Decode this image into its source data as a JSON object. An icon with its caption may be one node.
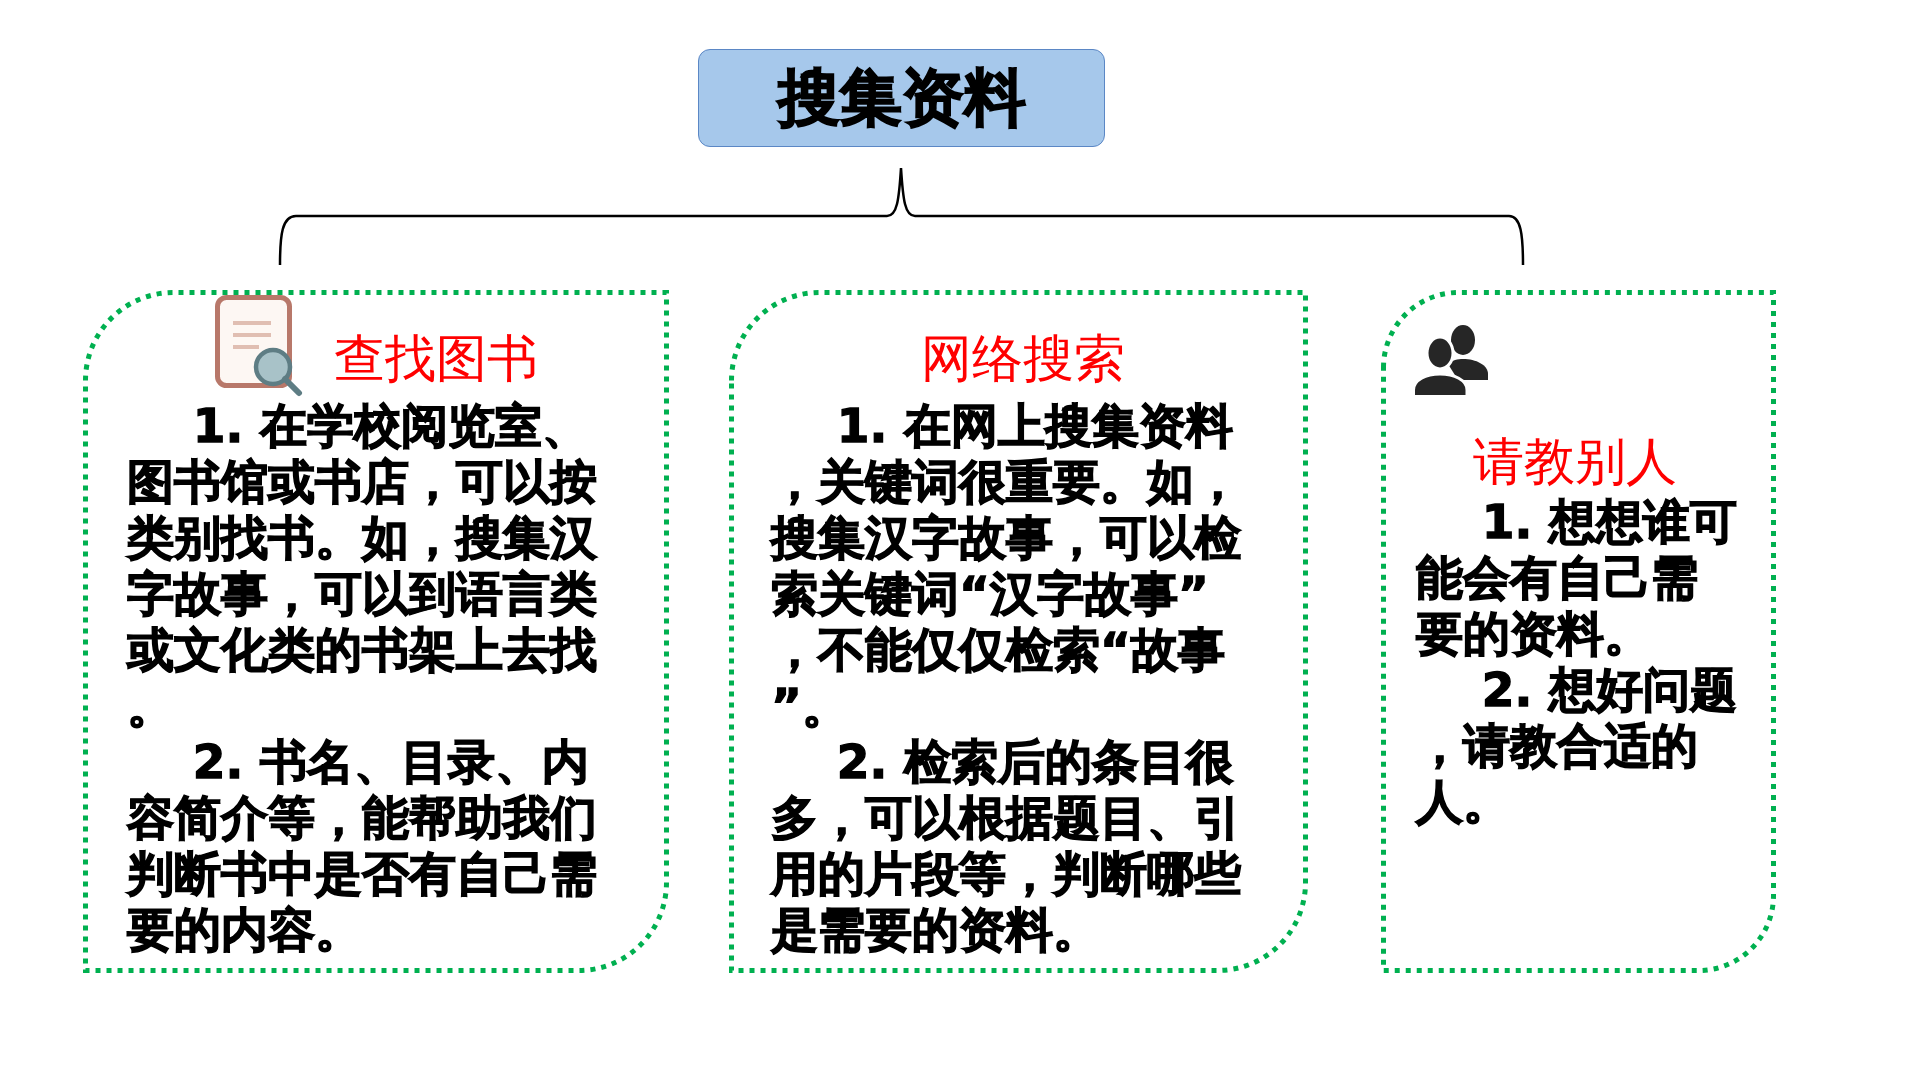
{
  "diagram": {
    "nodes": [
      {
        "text": [
          "搜集资料"
        ]
      },
      {
        "text": [
          "查找图书",
          "1. 在学校阅览室、图书馆或书店，可以按类别找书。如，搜集汉字故事，可以到语言类或文化类的书架上去找。",
          "2. 书名、目录、内容简介等，能帮助我们判断书中是否有自己需要的内容。"
        ]
      },
      {
        "text": [
          "网络搜索",
          "1. 在网上搜集资料，关键词很重要。如，搜集汉字故事，可以检索关键词“汉字故事”，不能仅仅检索“故事”。",
          "2. 检索后的条目很多，可以根据题目、引用的片段等，判断哪些是需要的资料。"
        ]
      },
      {
        "text": [
          "请教别人",
          "1. 想想谁可能会有自己需要的资料。",
          "2. 想好问题，请教合适的人。"
        ]
      }
    ]
  }
}
